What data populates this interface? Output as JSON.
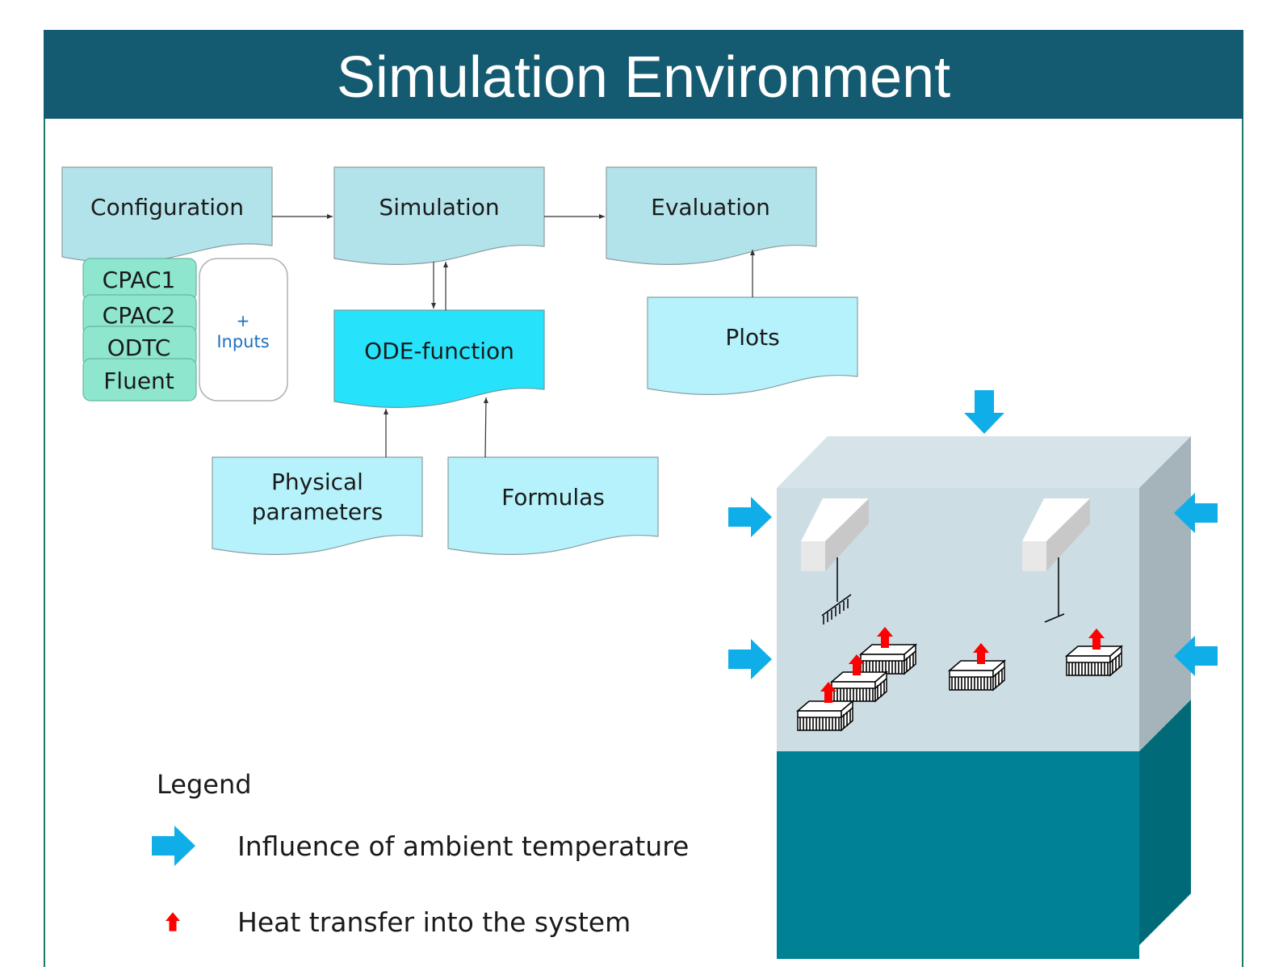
{
  "title": "Simulation Environment",
  "flow": {
    "configuration": "Configuration",
    "simulation": "Simulation",
    "evaluation": "Evaluation",
    "ode_function": "ODE-function",
    "plots": "Plots",
    "physical_parameters_line1": "Physical",
    "physical_parameters_line2": "parameters",
    "formulas": "Formulas"
  },
  "config_items": [
    "CPAC1",
    "CPAC2",
    "ODTC",
    "Fluent"
  ],
  "inputs_box": {
    "plus": "+",
    "label": "Inputs"
  },
  "legend": {
    "title": "Legend",
    "ambient": "Influence of ambient temperature",
    "heat": "Heat transfer into the system"
  },
  "colors": {
    "header": "#145a70",
    "doc_light": "#b3e3ea",
    "doc_lighter": "#b6f2fb",
    "doc_accent": "#26e2fb",
    "config_item": "#8ee6cf",
    "ambient_arrow": "#10aee8",
    "heat_arrow": "#ff0000",
    "cabinet_top": "#d6e3e8",
    "cabinet_front": "#ccdde4",
    "cabinet_side": "#a5b3bb",
    "cabinet_base_front": "#008194",
    "cabinet_base_side": "#006a78"
  },
  "icons": [
    "ambient-arrow-icon",
    "heat-arrow-icon",
    "heatsink-icon",
    "fan-duct-icon",
    "ground-symbol-icon"
  ]
}
